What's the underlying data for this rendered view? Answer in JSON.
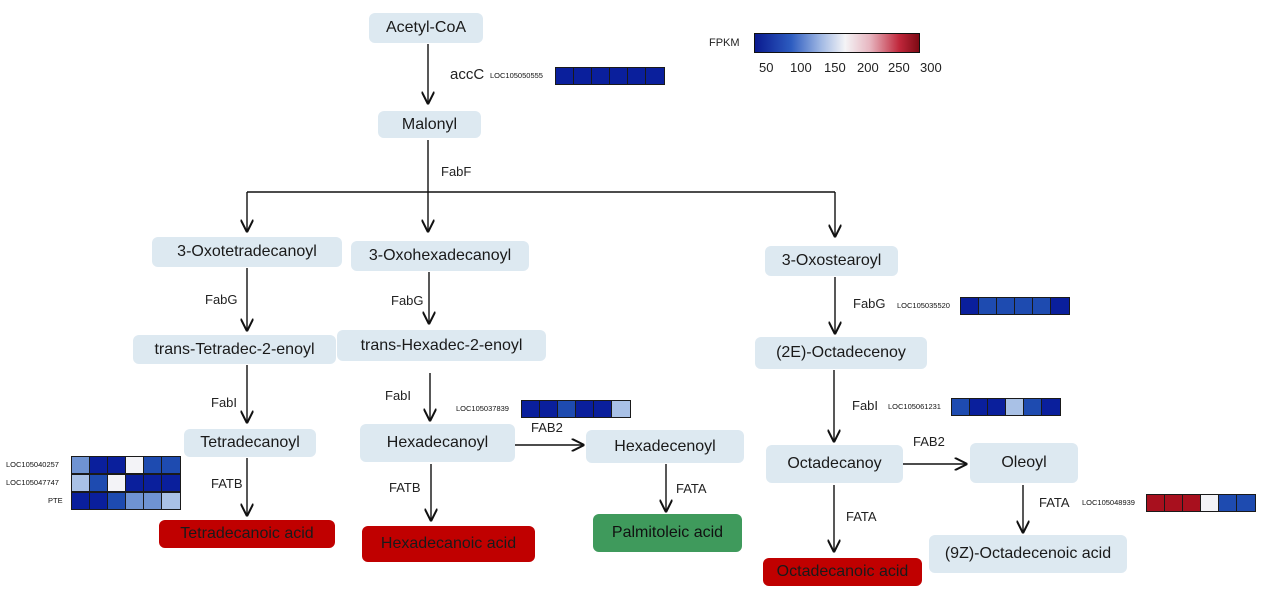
{
  "legend": {
    "title": "FPKM",
    "ticks": [
      "50",
      "100",
      "150",
      "200",
      "250",
      "300"
    ]
  },
  "colors": {
    "node_fill": "#dde9f1",
    "acid_red": "#c00000",
    "acid_green": "#3f9a5c",
    "c_dark": "#0a1f9c",
    "c_mid": "#1e4bb0",
    "c_light": "#6f93d2",
    "c_pale": "#a9c1e6",
    "c_white": "#f3f3f7",
    "c_red": "#a8101e"
  },
  "nodes": {
    "acetyl_coa": "Acetyl-CoA",
    "malonyl": "Malonyl",
    "oxotetradecanoyl": "3-Oxotetradecanoyl",
    "oxohexadecanoyl": "3-Oxohexadecanoyl",
    "oxostearoyl": "3-Oxostearoyl",
    "trans_tetradec": "trans-Tetradec-2-enoyl",
    "trans_hexadec": "trans-Hexadec-2-enoyl",
    "octadecenoy_2e": "(2E)-Octadecenoy",
    "tetradecanoyl": "Tetradecanoyl",
    "hexadecanoyl": "Hexadecanoyl",
    "hexadecenoyl": "Hexadecenoyl",
    "octadecanoy": "Octadecanoy",
    "oleoyl": "Oleoyl",
    "tetradecanoic_acid": "Tetradecanoic acid",
    "hexadecanoic_acid": "Hexadecanoic acid",
    "palmitoleic_acid": "Palmitoleic acid",
    "octadecanoic_acid": "Octadecanoic acid",
    "octadecenoic_acid_9z": "(9Z)-Octadecenoic acid"
  },
  "enzymes": {
    "accC": "accC",
    "fabF": "FabF",
    "fabG_1": "FabG",
    "fabG_2": "FabG",
    "fabG_3": "FabG",
    "fabI_1": "FabI",
    "fabI_2": "FabI",
    "fabI_3": "FabI",
    "fab2_1": "FAB2",
    "fab2_2": "FAB2",
    "fatb_1": "FATB",
    "fatb_2": "FATB",
    "fata_1": "FATA",
    "fata_2": "FATA",
    "fata_3": "FATA"
  },
  "heatmaps": [
    {
      "gene": "LOC105050555",
      "cells": [
        "c_dark",
        "c_dark",
        "c_dark",
        "c_dark",
        "c_dark",
        "c_dark"
      ]
    },
    {
      "gene": "LOC105035520",
      "cells": [
        "c_dark",
        "c_mid",
        "c_mid",
        "c_mid",
        "c_mid",
        "c_dark"
      ]
    },
    {
      "gene": "LOC105037839",
      "cells": [
        "c_dark",
        "c_dark",
        "c_mid",
        "c_dark",
        "c_dark",
        "c_pale"
      ]
    },
    {
      "gene": "LOC105061231",
      "cells": [
        "c_mid",
        "c_dark",
        "c_dark",
        "c_pale",
        "c_mid",
        "c_dark"
      ]
    },
    {
      "gene": "LOC105040257",
      "cells": [
        "c_light",
        "c_dark",
        "c_dark",
        "c_white",
        "c_mid",
        "c_mid"
      ]
    },
    {
      "gene": "LOC105047747",
      "cells": [
        "c_pale",
        "c_mid",
        "c_white",
        "c_dark",
        "c_dark",
        "c_dark"
      ]
    },
    {
      "gene": "PTE",
      "cells": [
        "c_dark",
        "c_dark",
        "c_mid",
        "c_light",
        "c_light",
        "c_pale"
      ]
    },
    {
      "gene": "LOC105048939",
      "cells": [
        "c_red",
        "c_red",
        "c_red",
        "c_white",
        "c_mid",
        "c_mid"
      ]
    }
  ]
}
